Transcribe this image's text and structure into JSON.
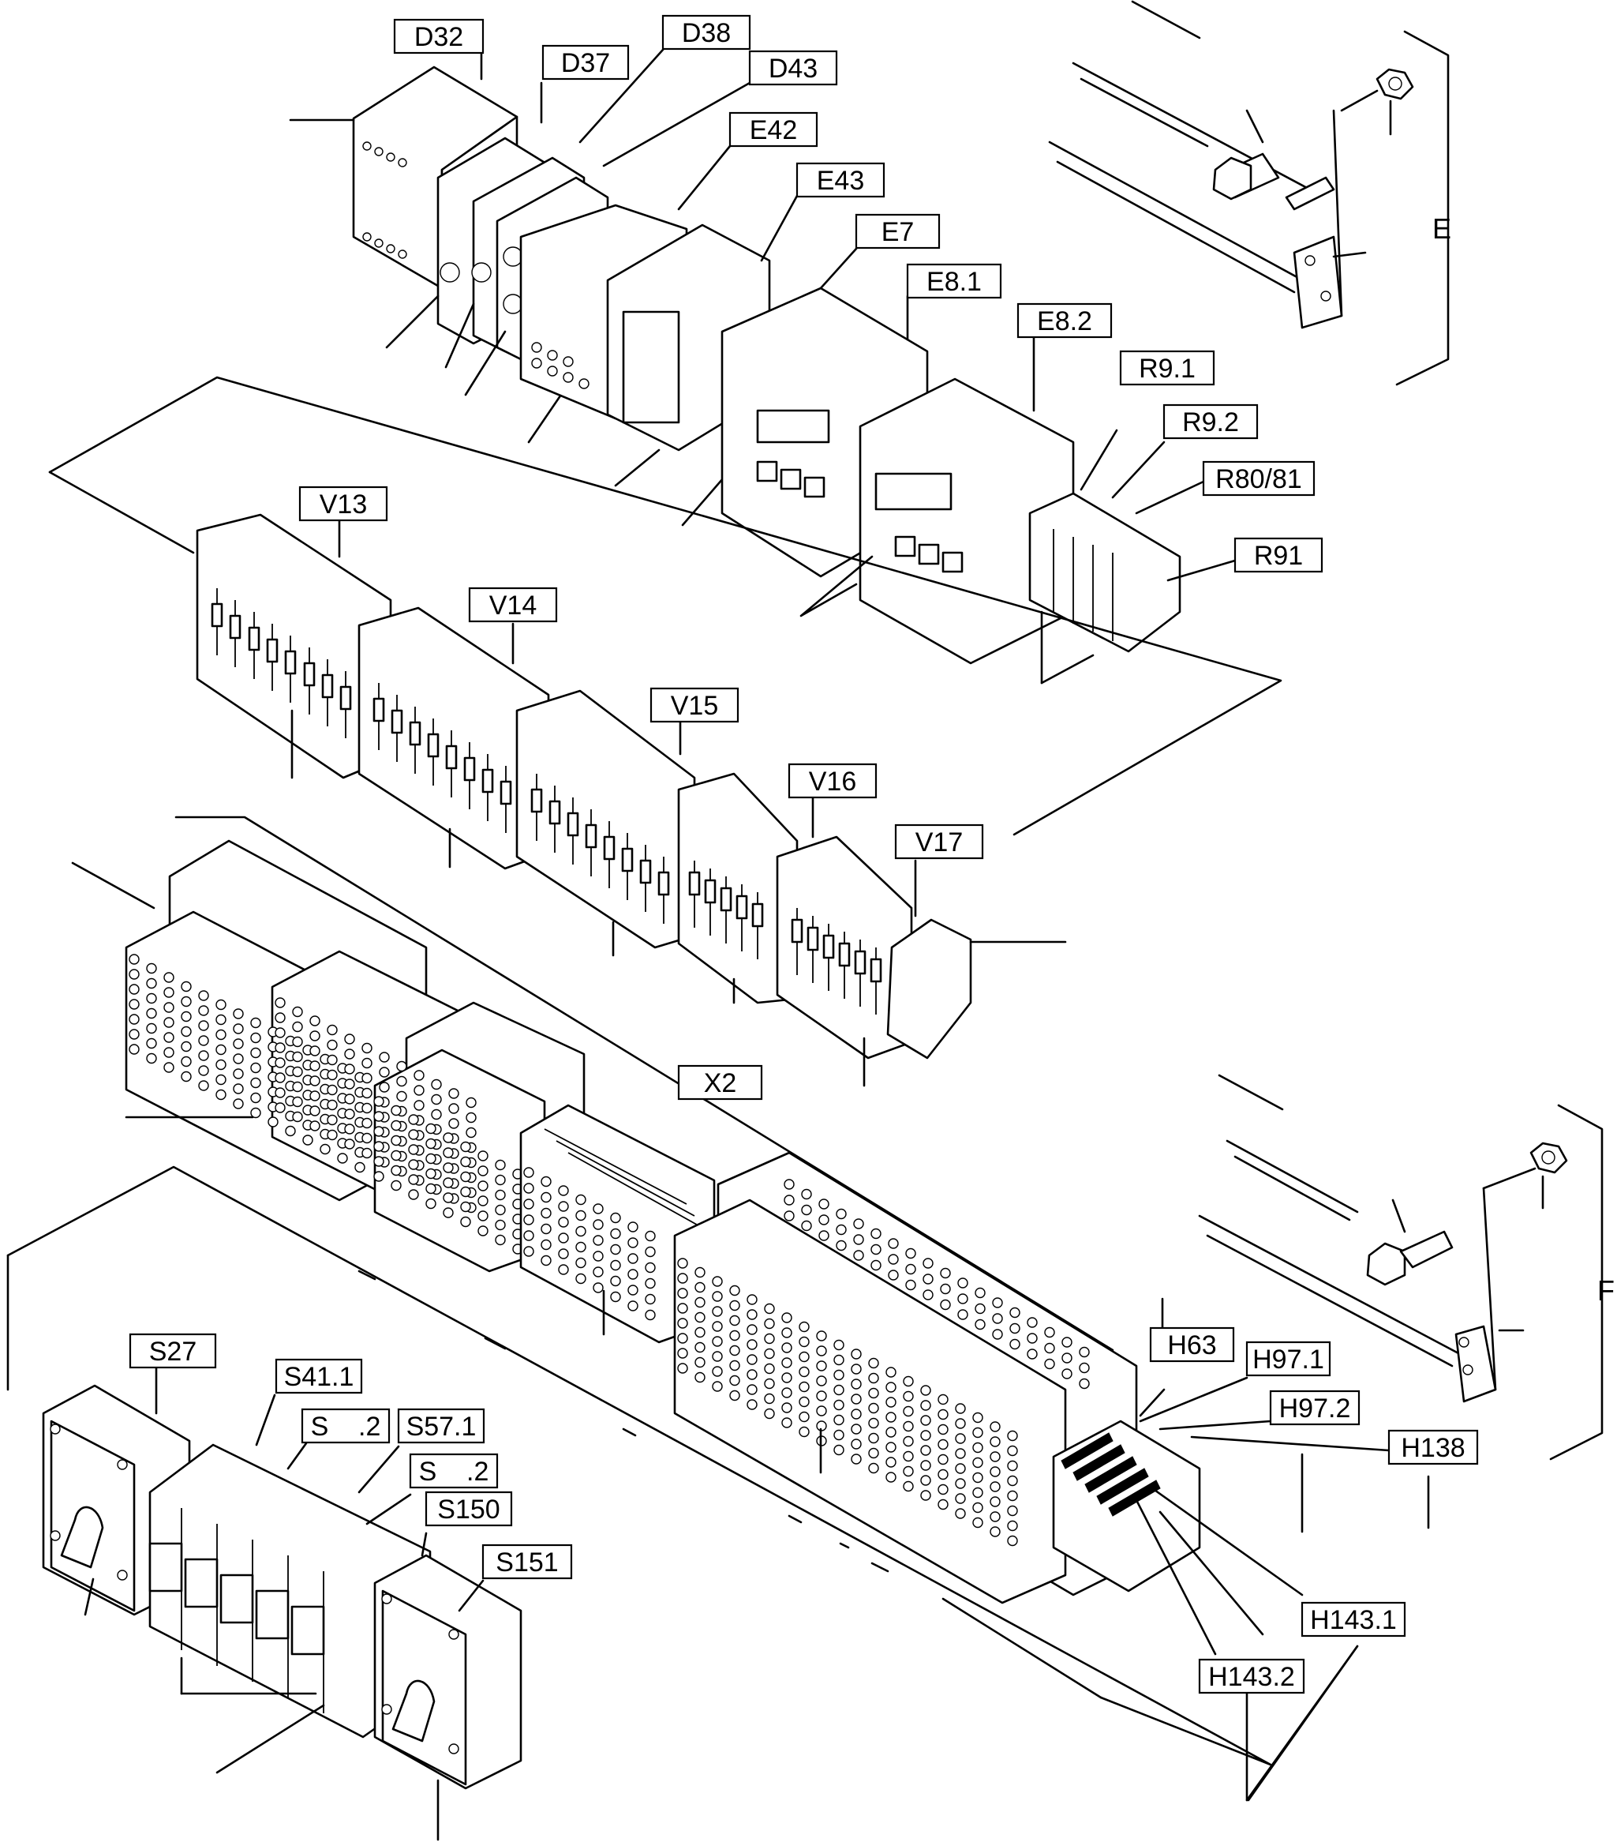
{
  "labels": {
    "d32": "D32",
    "d37": "D37",
    "d38": "D38",
    "d43": "D43",
    "e42": "E42",
    "e43": "E43",
    "e7": "E7",
    "e8_1": "E8.1",
    "e8_2": "E8.2",
    "r9_1": "R9.1",
    "r9_2": "R9.2",
    "r80_81": "R80/81",
    "r91": "R91",
    "v13": "V13",
    "v14": "V14",
    "v15": "V15",
    "v16": "V16",
    "v17": "V17",
    "x2": "X2",
    "h63": "H63",
    "h97_1": "H97.1",
    "h97_2": "H97.2",
    "h138": "H138",
    "h143_1": "H143.1",
    "h143_2": "H143.2",
    "s27": "S27",
    "s41_1": "S41.1",
    "s_2a": "S    .2",
    "s57_1": "S57.1",
    "s_2b": "S    .2",
    "s150": "S150",
    "s151": "S151"
  },
  "sides": {
    "e": "E",
    "f": "F"
  }
}
